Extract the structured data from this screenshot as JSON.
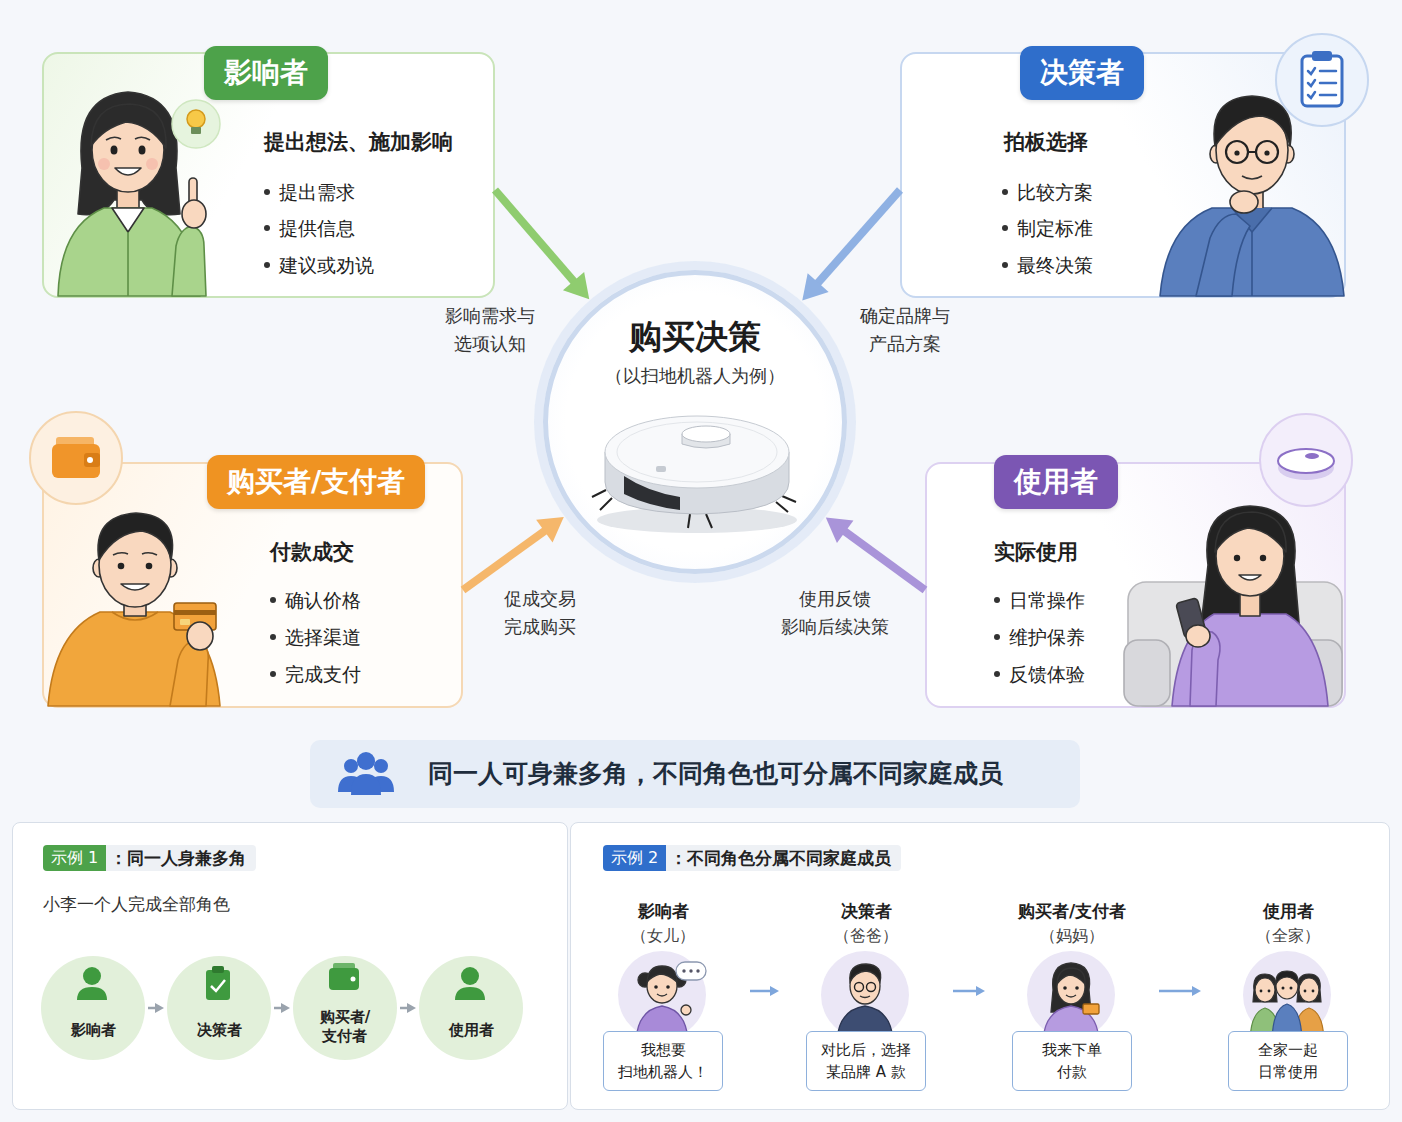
{
  "diagram": {
    "nodes": [
      {
        "text": [
          "影响者",
          "提出想法、施加影响",
          "提出需求",
          "提供信息",
          "建议或劝说"
        ]
      },
      {
        "text": [
          "决策者",
          "拍板选择",
          "比较方案",
          "制定标准",
          "最终决策"
        ]
      },
      {
        "text": [
          "购买决策",
          "（以扫地机器人为例）"
        ]
      },
      {
        "text": [
          "购买者/支付者",
          "付款成交",
          "确认价格",
          "选择渠道",
          "完成支付"
        ]
      },
      {
        "text": [
          "使用者",
          "实际使用",
          "日常操作",
          "维护保养",
          "反馈体验"
        ]
      },
      {
        "text": [
          "同一人可身兼多角，不同角色也可分属不同家庭成员"
        ]
      },
      {
        "text": [
          "示例 1",
          "：同一人身兼多角",
          "小李一个人完成全部角色"
        ]
      },
      {
        "text": [
          "影响者"
        ],
        "in": 6
      },
      {
        "text": [
          "决策者"
        ],
        "in": 6
      },
      {
        "text": [
          "购买者/ 支付者"
        ],
        "in": 6
      },
      {
        "text": [
          "使用者"
        ],
        "in": 6
      },
      {
        "text": [
          "示例 2",
          "：不同角色分属不同家庭成员"
        ]
      },
      {
        "text": [
          "影响者",
          "（女儿）",
          "我想要 扫地机器人！"
        ],
        "in": 11
      },
      {
        "text": [
          "决策者",
          "（爸爸）",
          "对比后，选择 某品牌 A 款"
        ],
        "in": 11
      },
      {
        "text": [
          "购买者/支付者",
          "（妈妈）",
          "我来下单 付款"
        ],
        "in": 11
      },
      {
        "text": [
          "使用者",
          "（全家）",
          "全家一起 日常使用"
        ],
        "in": 11
      }
    ],
    "edges": [
      {
        "from": 0,
        "to": 2,
        "label": "影响需求与 选项认知",
        "arrow": "to"
      },
      {
        "from": 1,
        "to": 2,
        "label": "确定品牌与 产品方案",
        "arrow": "to"
      },
      {
        "from": 3,
        "to": 2,
        "label": "促成交易 完成购买",
        "arrow": "to"
      },
      {
        "from": 4,
        "to": 2,
        "label": "使用反馈 影响后续决策",
        "arrow": "to"
      },
      {
        "from": 7,
        "to": 8,
        "arrow": "to"
      },
      {
        "from": 8,
        "to": 9,
        "arrow": "to"
      },
      {
        "from": 9,
        "to": 10,
        "arrow": "to"
      },
      {
        "from": 12,
        "to": 13,
        "arrow": "to"
      },
      {
        "from": 13,
        "to": 14,
        "arrow": "to"
      },
      {
        "from": 14,
        "to": 15,
        "arrow": "to"
      }
    ]
  }
}
